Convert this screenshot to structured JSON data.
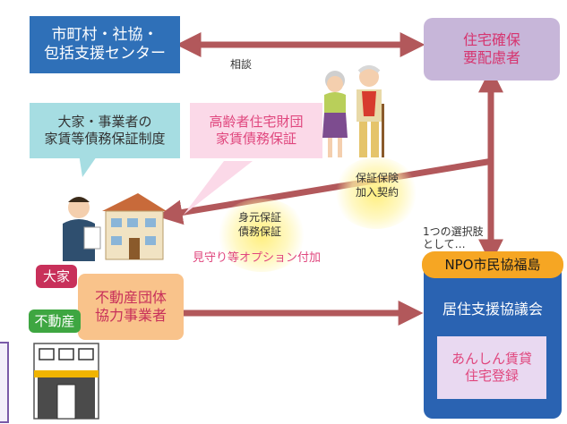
{
  "nodes": {
    "municipality": "市町村・社協・\n包括支援センター",
    "tenant": "住宅確保\n要配慮者",
    "landlord_system": "大家・事業者の\n家賃等債務保証制度",
    "foundation": "高齢者住宅財団\n家賃債務保証",
    "realestate": "不動産団体\n協力事業者",
    "npo_header": "NPO市民協福島",
    "council": "居住支援協議会",
    "registration": "あんしん賃貸\n住宅登録"
  },
  "labels": {
    "consult": "相談",
    "insurance": "保証保険\n加入契約",
    "guarantee": "身元保証\n債務保証",
    "option": "見守り等オプション付加",
    "choice": "1つの選択肢\nとして…"
  },
  "tags": {
    "landlord": "大家",
    "realestate": "不動産"
  },
  "colors": {
    "blue": "#2f70b8",
    "purple_box": "#c7b6d9",
    "teal": "#a6dde2",
    "pink_text": "#e0477e",
    "orange": "#f9c38b",
    "npo_orange": "#f6a623",
    "arrow": "#b2585b",
    "red_tag": "#c8305a",
    "green_tag": "#3ea641"
  }
}
